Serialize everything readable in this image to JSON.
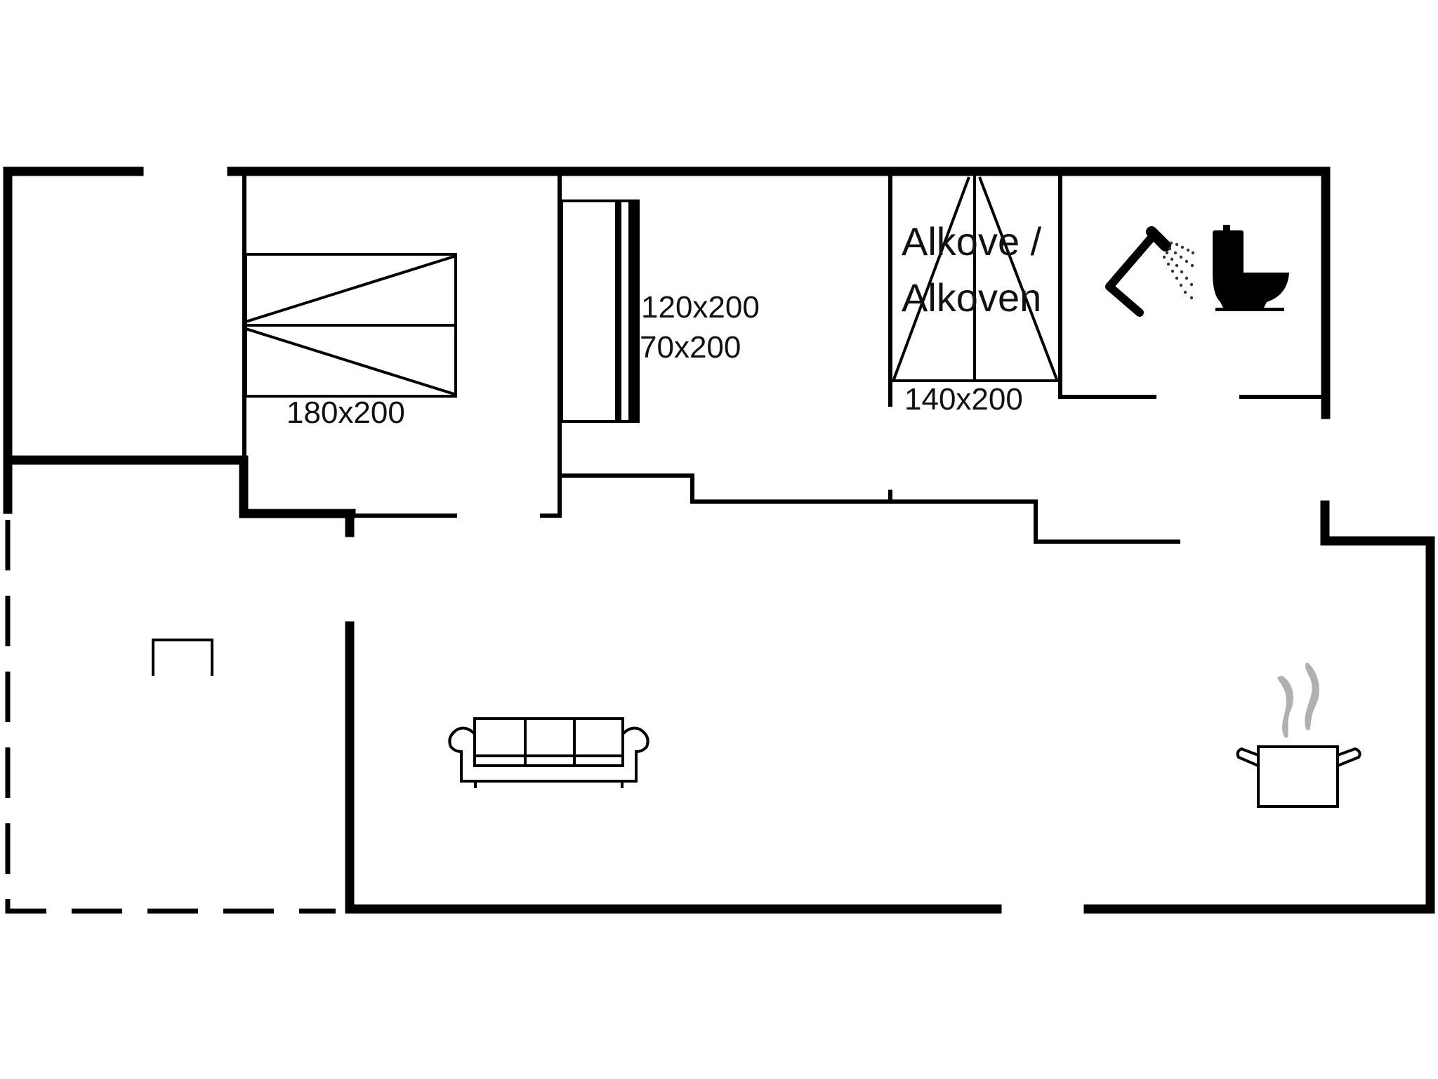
{
  "plan": {
    "background": "#ffffff",
    "wall_color": "#000000",
    "steam_color": "#b0b0b0"
  },
  "rooms": {
    "bedroom_1": {
      "bed": {
        "type": "double-bed",
        "size_label": "180x200"
      }
    },
    "bedroom_2": {
      "bed": {
        "type": "bunk-bed",
        "size_labels": [
          "120x200",
          "70x200"
        ]
      }
    },
    "alcove": {
      "title_lines": [
        "Alkove /",
        "Alkoven"
      ],
      "bed": {
        "type": "double-bed",
        "size_label": "140x200"
      }
    },
    "bathroom": {
      "fixtures": [
        "shower-icon",
        "toilet-icon"
      ]
    },
    "living_room": {
      "fixtures": [
        "sofa-icon"
      ]
    },
    "kitchen": {
      "fixtures": [
        "cooking-pot-icon"
      ]
    },
    "terrace": {
      "border": "dashed",
      "fixtures": [
        "table-icon"
      ]
    }
  }
}
